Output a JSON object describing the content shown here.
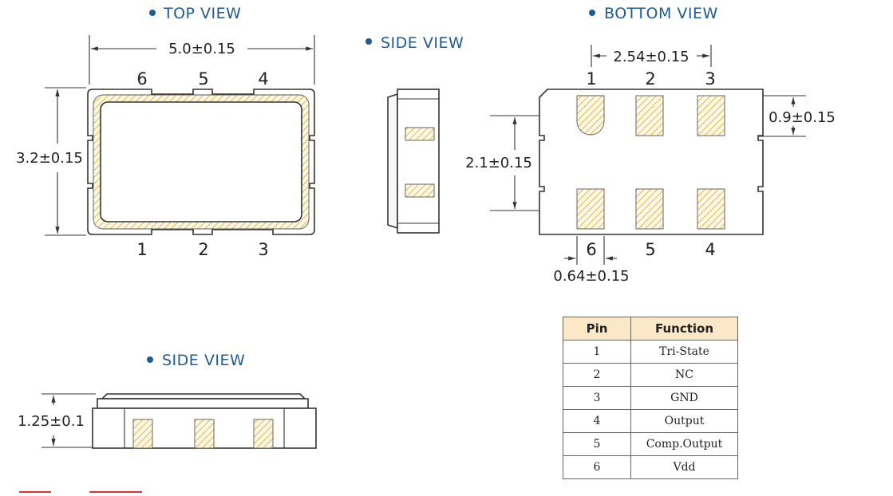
{
  "views": {
    "top": {
      "title": "TOP VIEW",
      "width_dim": "5.0±0.15",
      "height_dim": "3.2±0.15",
      "pins_top": [
        "6",
        "5",
        "4"
      ],
      "pins_bottom": [
        "1",
        "2",
        "3"
      ]
    },
    "side_right": {
      "title": "SIDE VIEW"
    },
    "bottom": {
      "title": "BOTTOM VIEW",
      "pitch_dim": "2.54±0.15",
      "pad_height_dim": "0.9±0.15",
      "row_spacing_dim": "2.1±0.15",
      "pad_width_dim": "0.64±0.15",
      "pins_top": [
        "1",
        "2",
        "3"
      ],
      "pins_bottom": [
        "6",
        "5",
        "4"
      ]
    },
    "side_bottom": {
      "title": "SIDE VIEW",
      "height_dim": "1.25±0.1"
    }
  },
  "pin_table": {
    "headers": [
      "Pin",
      "Function"
    ],
    "rows": [
      {
        "pin": "1",
        "function": "Tri-State"
      },
      {
        "pin": "2",
        "function": "NC"
      },
      {
        "pin": "3",
        "function": "GND"
      },
      {
        "pin": "4",
        "function": "Output"
      },
      {
        "pin": "5",
        "function": "Comp.Output"
      },
      {
        "pin": "6",
        "function": "Vdd"
      }
    ]
  },
  "colors": {
    "title_blue": "#1f5a93",
    "pad_hatch": "#e7c96b",
    "header_fill": "#fbe8c7"
  }
}
